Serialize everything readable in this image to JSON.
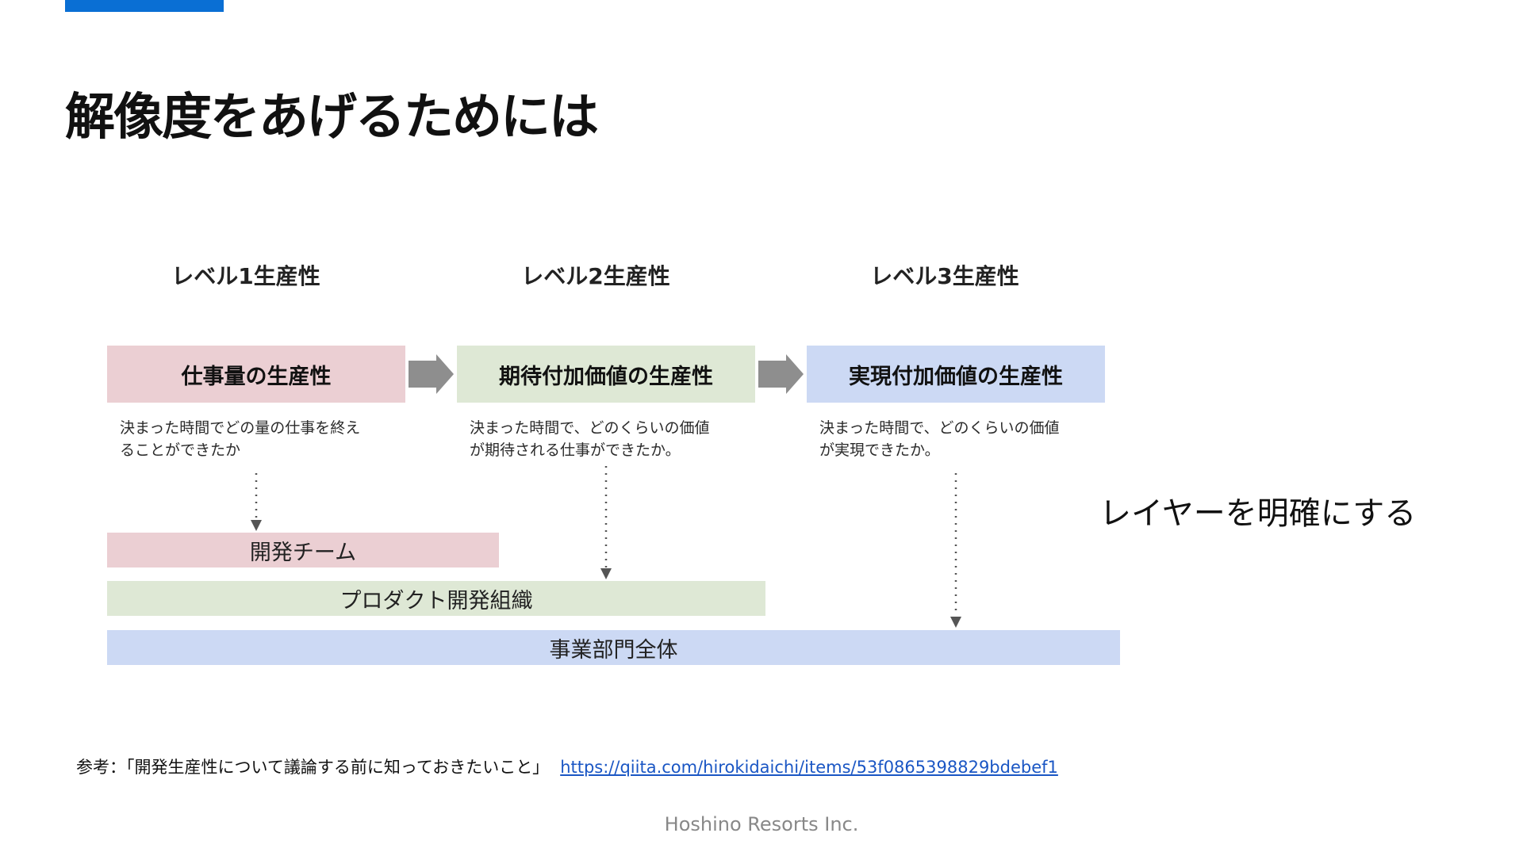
{
  "colors": {
    "accent": "#0a6fd4",
    "level1": "#ebcfd3",
    "level2": "#dee8d5",
    "level3": "#ccd9f4",
    "arrow": "#8e8e8e",
    "connector": "#555555"
  },
  "title": "解像度をあげるためには",
  "levels": [
    {
      "label": "レベル1生産性",
      "box": "仕事量の生産性",
      "desc_lines": [
        "決まった時間でどの量の仕事を終え",
        "ることができたか"
      ]
    },
    {
      "label": "レベル2生産性",
      "box": "期待付加価値の生産性",
      "desc_lines": [
        "決まった時間で、どのくらいの価値",
        "が期待される仕事ができたか。"
      ]
    },
    {
      "label": "レベル3生産性",
      "box": "実現付加価値の生産性",
      "desc_lines": [
        "決まった時間で、どのくらいの価値",
        "が実現できたか。"
      ]
    }
  ],
  "bands": [
    "開発チーム",
    "プロダクト開発組織",
    "事業部門全体"
  ],
  "side_note": "レイヤーを明確にする",
  "reference": {
    "text": "参考：「開発生産性について議論する前に知っておきたいこと」",
    "link": "https://qiita.com/hirokidaichi/items/53f0865398829bdebef1"
  },
  "footer": "Hoshino Resorts Inc."
}
